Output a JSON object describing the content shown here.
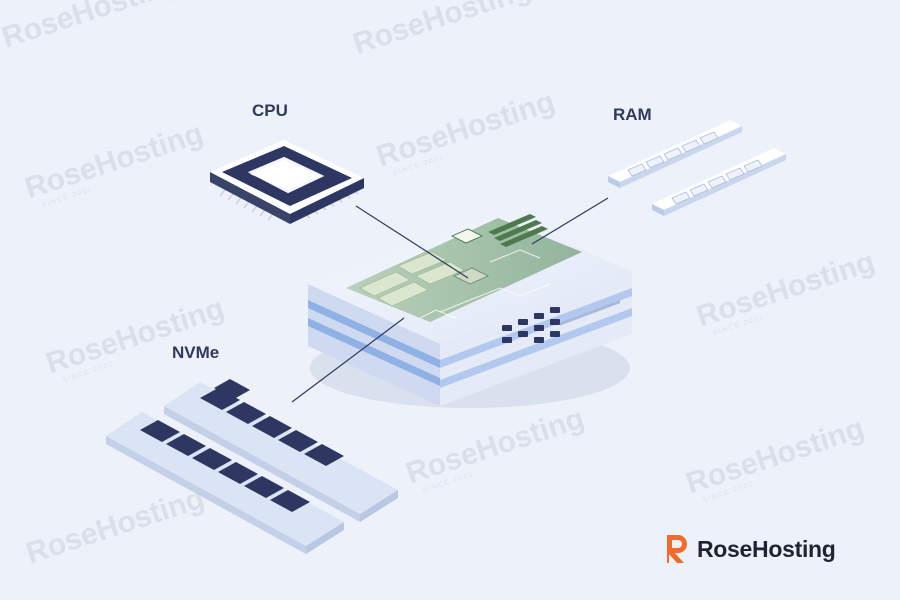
{
  "labels": {
    "cpu": "CPU",
    "ram": "RAM",
    "nvme": "NVMe"
  },
  "brand": {
    "name": "RoseHosting"
  },
  "colors": {
    "background": "#edf1f9",
    "brand_orange": "#f26b2a",
    "chip_navy": "#2d3761",
    "label_text": "#2f3a5c",
    "board_green": "#9fc0a4"
  },
  "icons": [
    "cpu-icon",
    "ram-stick-icon",
    "nvme-ssd-icon",
    "server-icon",
    "rosehosting-logo-icon"
  ]
}
